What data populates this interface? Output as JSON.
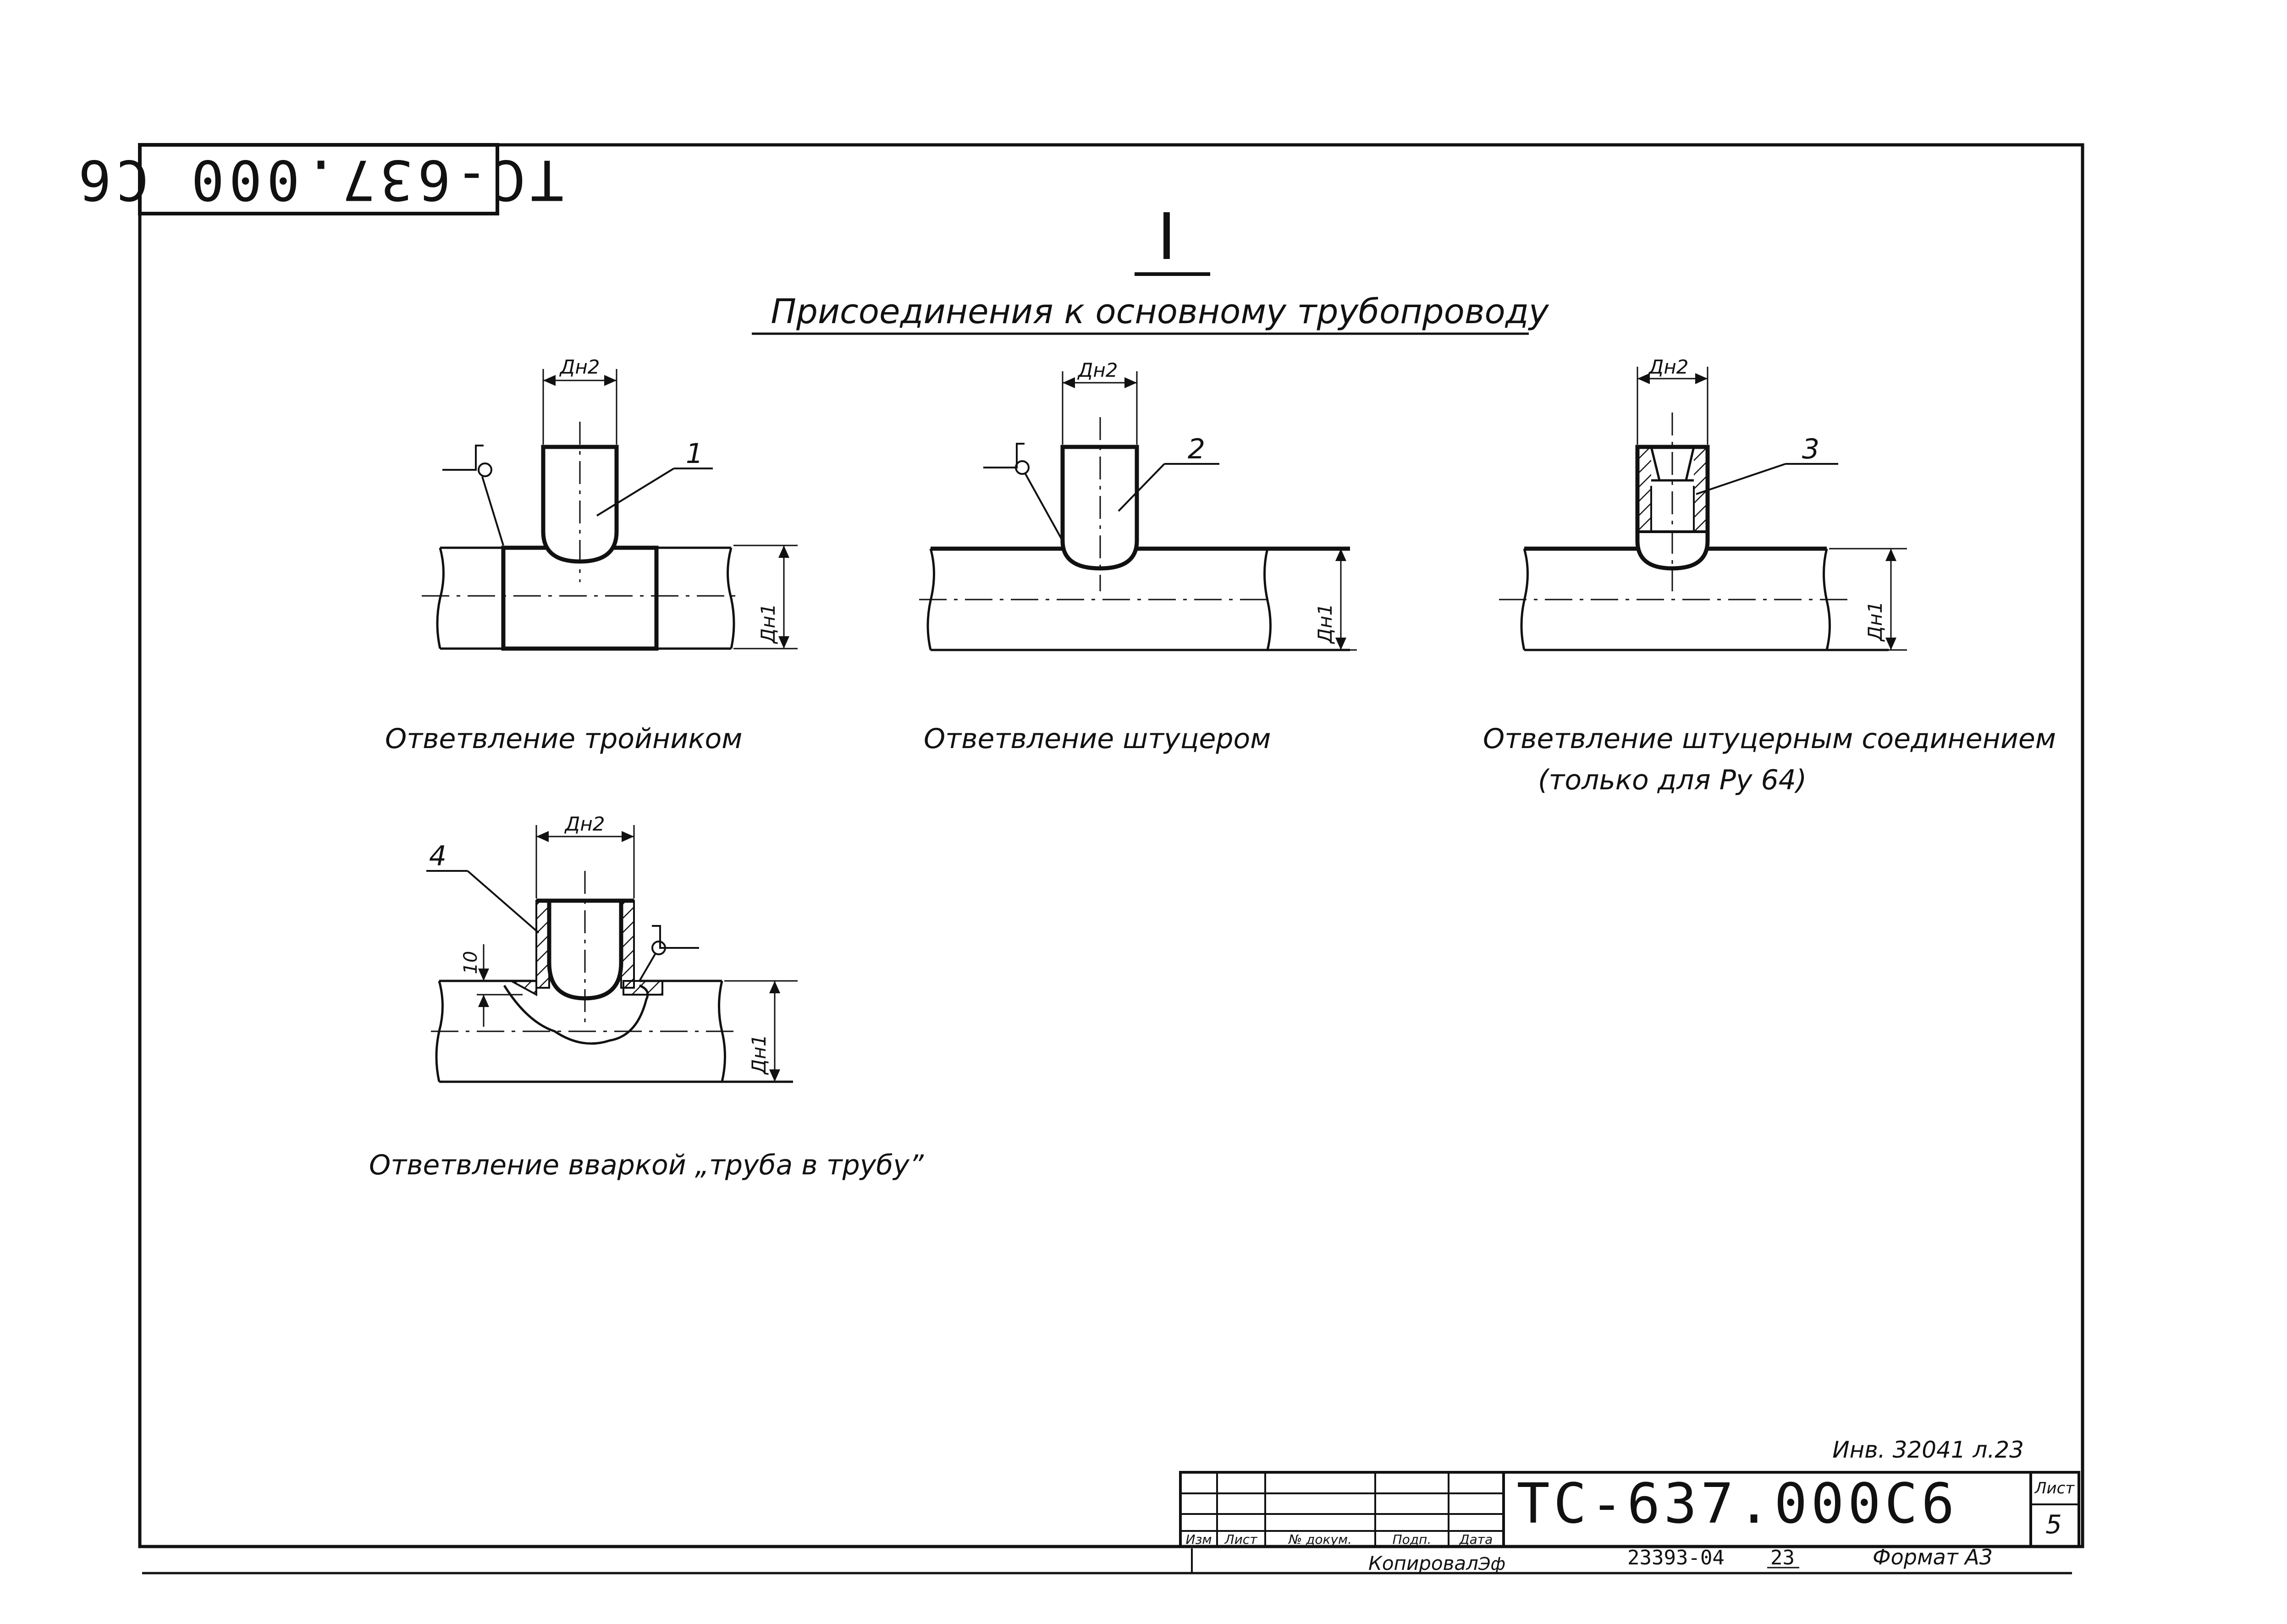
{
  "sheet": {
    "code_rotated": "ТС-637.000 С6",
    "roman_numeral": "I",
    "title": "Присоединения к основному трубопроводу"
  },
  "views": [
    {
      "id": "tee",
      "caption": "Ответвление тройником",
      "caption_line2": "",
      "position": "1",
      "branch_dim": "Дн2",
      "main_dim": "Дн1"
    },
    {
      "id": "fitting",
      "caption": "Ответвление штуцером",
      "caption_line2": "",
      "position": "2",
      "branch_dim": "Дн2",
      "main_dim": "Дн1"
    },
    {
      "id": "union",
      "caption": "Ответвление штуцерным соединением",
      "caption_line2": "(только для Ру 64)",
      "position": "3",
      "branch_dim": "Дн2",
      "main_dim": "Дн1"
    },
    {
      "id": "insert",
      "caption": "Ответвление вваркой „труба в трубу”",
      "caption_line2": "",
      "position": "4",
      "branch_dim": "Дн2",
      "main_dim": "Дн1",
      "extra_dim": "10"
    }
  ],
  "title_block": {
    "headers": [
      "Изм",
      "Лист",
      "№ докум.",
      "Подп.",
      "Дата"
    ],
    "designation": "ТС-637.000С6",
    "sheet_label": "Лист",
    "sheet_number": "5",
    "inventory": "Инв. 32041 л.23",
    "copied_label": "Копировал",
    "copied_sign": "Эф",
    "order_no": "23393-04",
    "order_num2": "23",
    "format": "Формат А3"
  }
}
